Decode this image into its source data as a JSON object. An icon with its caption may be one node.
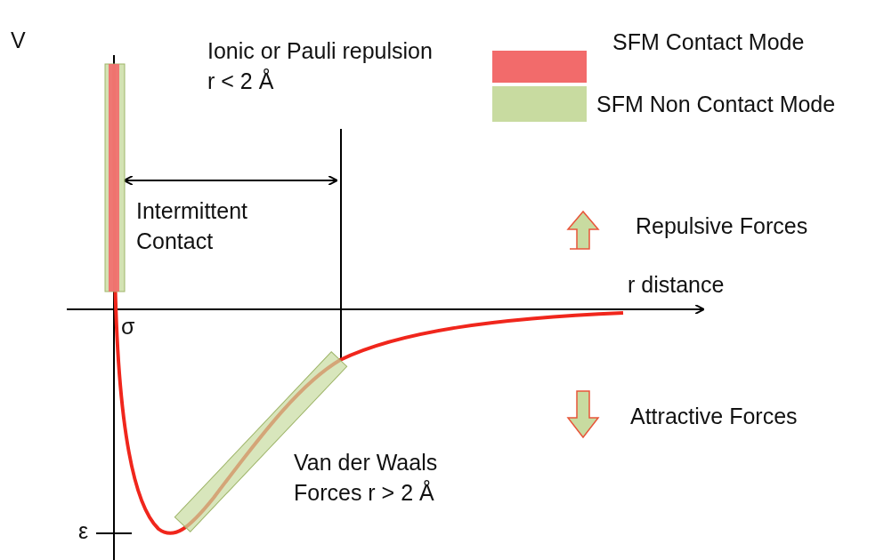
{
  "diagram": {
    "labels": [
      "V",
      "Ionic or Pauli repulsion r < 2 Å",
      "Intermittent Contact",
      "Repulsive Forces",
      "r distance",
      "σ",
      "Attractive Forces",
      "Van der Waals Forces r > 2 Å",
      "ε"
    ],
    "legend": [
      {
        "text": "SFM Contact Mode",
        "color": "#f26b6b"
      },
      {
        "text": "SFM Non Contact Mode",
        "color": "#c8dba0"
      }
    ]
  }
}
